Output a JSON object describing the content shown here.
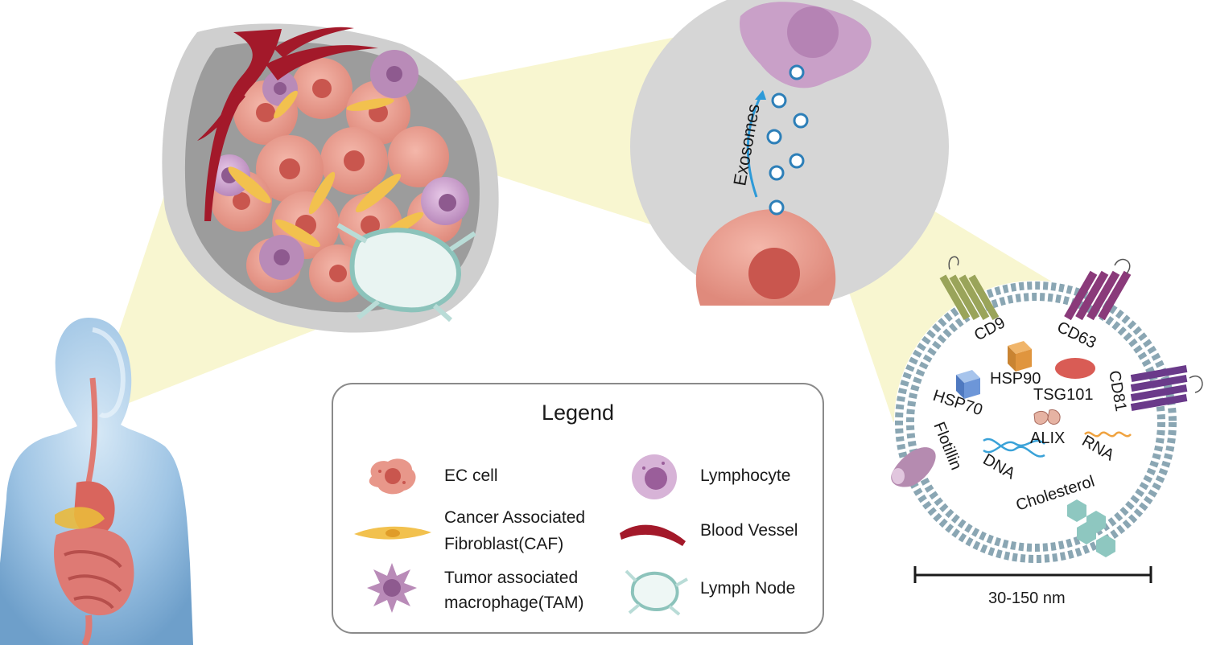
{
  "diagram": {
    "exosomes_label": "Exosomes",
    "proteins": {
      "cd9": "CD9",
      "cd63": "CD63",
      "cd81": "CD81",
      "hsp90": "HSP90",
      "hsp70": "HSP70",
      "tsg101": "TSG101",
      "alix": "ALIX",
      "rna": "RNA",
      "dna": "DNA",
      "flotillin": "Flotillin",
      "cholesterol": "Cholesterol"
    },
    "scale_label": "30-150 nm"
  },
  "legend": {
    "title": "Legend",
    "items": [
      {
        "label": "EC cell",
        "icon": "ec-cell-icon"
      },
      {
        "label": "Lymphocyte",
        "icon": "lymphocyte-icon"
      },
      {
        "label_line1": "Cancer Associated",
        "label_line2": "Fibroblast(CAF)",
        "icon": "fibroblast-icon"
      },
      {
        "label": "Blood Vessel",
        "icon": "blood-vessel-icon"
      },
      {
        "label_line1": "Tumor associated",
        "label_line2": "macrophage(TAM)",
        "icon": "macrophage-icon"
      },
      {
        "label": "Lymph Node",
        "icon": "lymph-node-icon"
      }
    ]
  },
  "colors": {
    "ec_cell": "#e8978a",
    "fibroblast": "#f2c14e",
    "macrophage": "#b98bb8",
    "lymphocyte": "#c99ac9",
    "blood_vessel": "#a3192a",
    "lymph_node": "#bfe0dc",
    "body": "#8fb8dc",
    "membrane": "#8aa6b3",
    "beam": "#f7f5c8"
  }
}
